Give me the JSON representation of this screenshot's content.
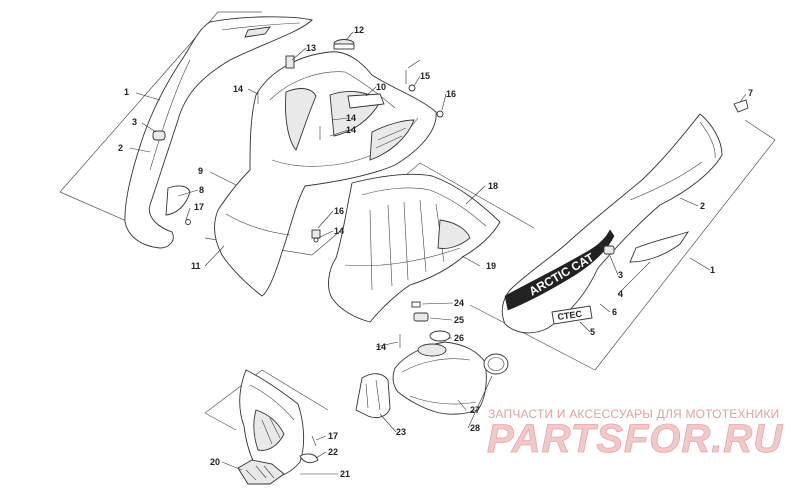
{
  "callouts": [
    {
      "id": "c1a",
      "label": "1"
    },
    {
      "id": "c2a",
      "label": "2"
    },
    {
      "id": "c3a",
      "label": "3"
    },
    {
      "id": "c8",
      "label": "8"
    },
    {
      "id": "c17a",
      "label": "17"
    },
    {
      "id": "c9",
      "label": "9"
    },
    {
      "id": "c11",
      "label": "11"
    },
    {
      "id": "c14a",
      "label": "14"
    },
    {
      "id": "c13",
      "label": "13"
    },
    {
      "id": "c12",
      "label": "12"
    },
    {
      "id": "c10",
      "label": "10"
    },
    {
      "id": "c14b",
      "label": "14"
    },
    {
      "id": "c14c",
      "label": "14"
    },
    {
      "id": "c15",
      "label": "15"
    },
    {
      "id": "c16a",
      "label": "16"
    },
    {
      "id": "c16b",
      "label": "16"
    },
    {
      "id": "c14d",
      "label": "14"
    },
    {
      "id": "c18",
      "label": "18"
    },
    {
      "id": "c19",
      "label": "19"
    },
    {
      "id": "c24",
      "label": "24"
    },
    {
      "id": "c25",
      "label": "25"
    },
    {
      "id": "c26",
      "label": "26"
    },
    {
      "id": "c14e",
      "label": "14"
    },
    {
      "id": "c27",
      "label": "27"
    },
    {
      "id": "c28",
      "label": "28"
    },
    {
      "id": "c23",
      "label": "23"
    },
    {
      "id": "c17b",
      "label": "17"
    },
    {
      "id": "c22",
      "label": "22"
    },
    {
      "id": "c20",
      "label": "20"
    },
    {
      "id": "c21",
      "label": "21"
    },
    {
      "id": "c7",
      "label": "7"
    },
    {
      "id": "c2b",
      "label": "2"
    },
    {
      "id": "c1b",
      "label": "1"
    },
    {
      "id": "c3b",
      "label": "3"
    },
    {
      "id": "c4",
      "label": "4"
    },
    {
      "id": "c6",
      "label": "6"
    },
    {
      "id": "c5",
      "label": "5"
    }
  ],
  "panel_brand": "ARCTIC CAT",
  "panel_model": "CTEC",
  "watermark": {
    "tagline": "ЗАПЧАСТИ И АКСЕССУАРЫ ДЛЯ МОТОТЕХНИКИ",
    "logo": "PARTSFOR.RU"
  },
  "colors": {
    "line": "#333333",
    "watermark": "#e0a0a0",
    "panel_stripe": "#222222"
  }
}
